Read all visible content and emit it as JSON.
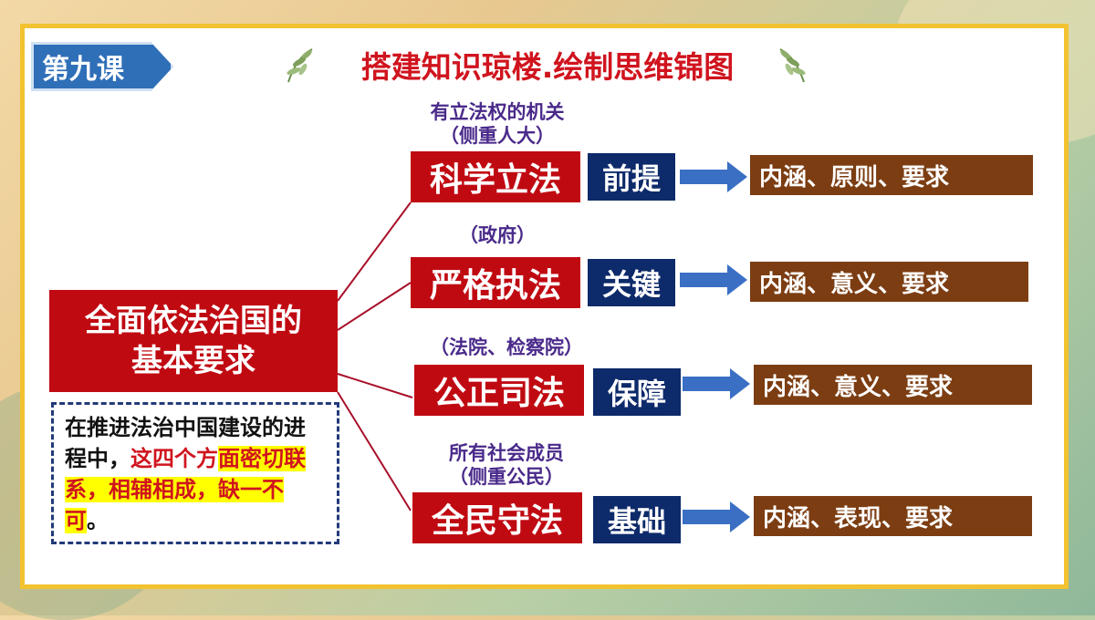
{
  "lesson_tag": "第九课",
  "title": "搭建知识琼楼.绘制思维锦图",
  "main": {
    "line1": "全面依法治国的",
    "line2": "基本要求"
  },
  "pillars": [
    {
      "note1": "有立法权的机关",
      "note2": "（侧重人大）",
      "label": "科学立法",
      "role": "前提",
      "content": "内涵、原则、要求"
    },
    {
      "note1": "（政府）",
      "note2": "",
      "label": "严格执法",
      "role": "关键",
      "content": "内涵、意义、要求"
    },
    {
      "note1": "（法院、检察院）",
      "note2": "",
      "label": "公正司法",
      "role": "保障",
      "content": "内涵、意义、要求"
    },
    {
      "note1": "所有社会成员",
      "note2": "（侧重公民）",
      "label": "全民守法",
      "role": "基础",
      "content": "内涵、表现、要求"
    }
  ],
  "description": {
    "part1": "在推进法治中国建设的进程中，",
    "part2": "这四个方",
    "part3": "面",
    "part4": "密切联系，相辅相成，缺一不可",
    "part5": "。"
  },
  "colors": {
    "red": "#c00a12",
    "navy": "#0d2a6a",
    "brown": "#7c3d12",
    "arrow": "#3a6fc4",
    "frame": "#f2c230"
  }
}
